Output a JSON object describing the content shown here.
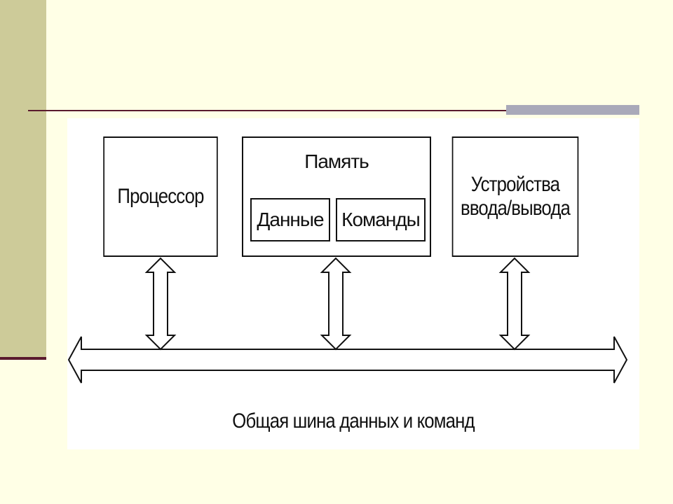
{
  "slide": {
    "background": "#ffffe6",
    "strip_color": "#cdcb99",
    "rule_color": "#5a1a2e",
    "accent_color": "#a9a9b9"
  },
  "diagram": {
    "processor": "Процессор",
    "memory": "Память",
    "memory_data": "Данные",
    "memory_commands": "Команды",
    "io": "Устройства\nввода/вывода",
    "bus": "Общая шина данных и команд"
  }
}
